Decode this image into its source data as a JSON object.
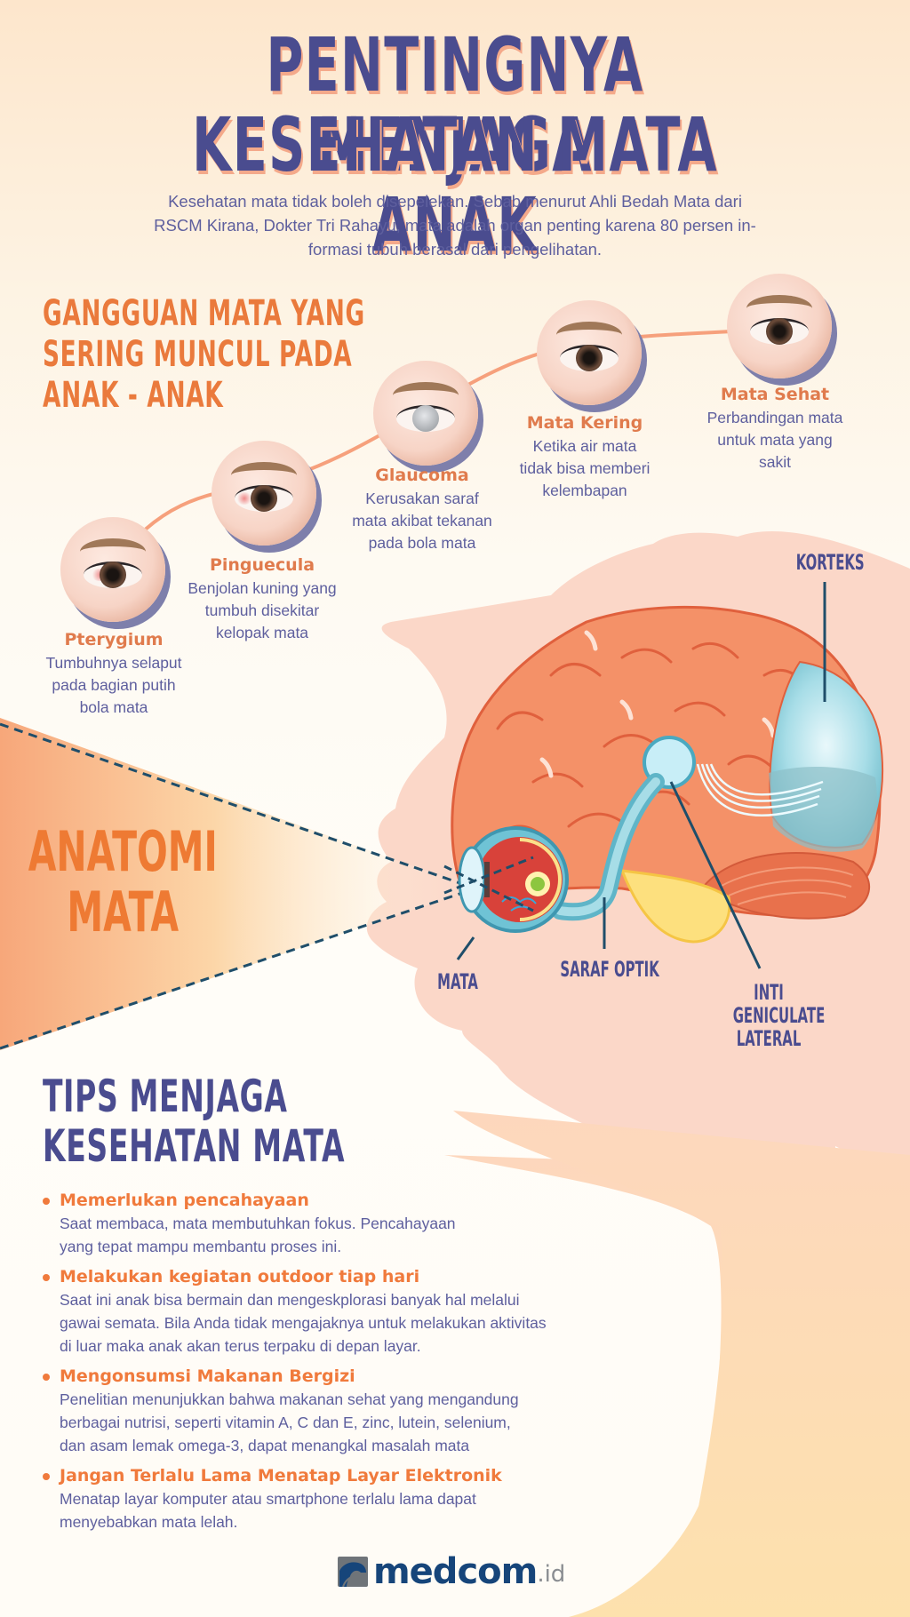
{
  "header": {
    "title_line1": "PENTINGNYA MENJAGA",
    "title_line2": "KESEHATAN MATA ANAK",
    "intro_line1": "Kesehatan mata tidak boleh disepelekan. Sebab menurut Ahli Bedah Mata dari",
    "intro_line2": "RSCM Kirana, Dokter Tri Rahayu, mata adalah organ penting karena 80 persen in-",
    "intro_line3": "formasi tubuh berasal dari pengelihatan."
  },
  "disorders": {
    "heading_line1": "GANGGUAN MATA YANG",
    "heading_line2": "SERING MUNCUL PADA",
    "heading_line3": "ANAK - ANAK",
    "items": [
      {
        "name": "Pterygium",
        "desc_line1": "Tumbuhnya selaput",
        "desc_line2": "pada bagian putih",
        "desc_line3": "bola mata"
      },
      {
        "name": "Pinguecula",
        "desc_line1": "Benjolan kuning yang",
        "desc_line2": "tumbuh disekitar",
        "desc_line3": "kelopak mata"
      },
      {
        "name": "Glaucoma",
        "desc_line1": "Kerusakan saraf",
        "desc_line2": "mata akibat tekanan",
        "desc_line3": "pada bola mata"
      },
      {
        "name": "Mata Kering",
        "desc_line1": "Ketika air mata",
        "desc_line2": "tidak bisa memberi",
        "desc_line3": "kelembapan"
      },
      {
        "name": "Mata Sehat",
        "desc_line1": "Perbandingan mata",
        "desc_line2": "untuk mata yang",
        "desc_line3": "sakit"
      }
    ]
  },
  "anatomy": {
    "heading_line1": "ANATOMI",
    "heading_line2": "MATA",
    "labels": {
      "korteks": "KORTEKS",
      "mata": "MATA",
      "saraf_optik": "SARAF OPTIK",
      "inti_line1": "INTI",
      "inti_line2": "GENICULATE",
      "inti_line3": "LATERAL"
    }
  },
  "tips": {
    "heading_line1": "TIPS MENJAGA",
    "heading_line2": "KESEHATAN MATA",
    "items": [
      {
        "title": "Memerlukan pencahayaan",
        "body_line1": "Saat membaca, mata membutuhkan fokus. Pencahayaan",
        "body_line2": "yang tepat mampu membantu proses ini.",
        "body_line3": ""
      },
      {
        "title": "Melakukan kegiatan outdoor tiap hari",
        "body_line1": "Saat ini anak bisa bermain dan mengeskplorasi banyak hal melalui",
        "body_line2": "gawai semata. Bila Anda tidak mengajaknya untuk melakukan aktivitas",
        "body_line3": "di luar maka anak akan terus terpaku di depan layar."
      },
      {
        "title": "Mengonsumsi Makanan Bergizi",
        "body_line1": "Penelitian menunjukkan bahwa makanan sehat yang mengandung",
        "body_line2": "berbagai nutrisi, seperti vitamin A, C dan E, zinc, lutein, selenium,",
        "body_line3": "dan asam lemak omega-3, dapat menangkal masalah mata"
      },
      {
        "title": "Jangan Terlalu Lama Menatap Layar Elektronik",
        "body_line1": "Menatap layar  komputer atau smartphone terlalu lama dapat",
        "body_line2": "menyebabkan mata lelah.",
        "body_line3": ""
      }
    ]
  },
  "footer": {
    "logo_name": "medcom",
    "logo_tld": ".id"
  },
  "colors": {
    "navy": "#4a4c8f",
    "orange": "#ea7a3c",
    "text_purple": "#5e5f9e",
    "head_pink": "#fbd5c7",
    "brain_orange": "#f28b5e",
    "cortex_blue": "#9fd8e3",
    "logo_blue": "#16457a"
  }
}
